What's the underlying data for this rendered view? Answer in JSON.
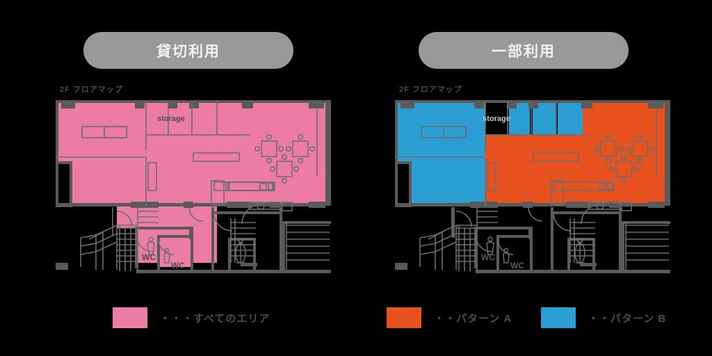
{
  "meta": {
    "background": "#000000",
    "wall_color": "#5a5a5a",
    "furniture_stroke": "#6e6e6e",
    "text_color": "#4d4d4d",
    "pill_bg": "#999999",
    "pill_text": "#f2f2f2"
  },
  "panels": [
    {
      "id": "exclusive",
      "title": "貸切利用",
      "floor_label": "2F フロアマップ",
      "storage_label": "storage",
      "wc_labels": [
        "WC",
        "WC"
      ],
      "area_colors": {
        "all": "#EC7CA5",
        "storage_fill": "#EC7CA5",
        "storage_text": "#4d4d4d",
        "wc_fill": "#EC7CA5",
        "wc_text": "#4d4d4d"
      },
      "legend": [
        {
          "label": "・・・すべてのエリア",
          "color": "#EC7CA5",
          "name": "all-areas"
        }
      ]
    },
    {
      "id": "partial",
      "title": "一部利用",
      "floor_label": "2F フロアマップ",
      "storage_label": "storage",
      "wc_labels": [
        "WC",
        "WC"
      ],
      "area_colors": {
        "pattern_a": "#E8521F",
        "pattern_b": "#2B9FD4",
        "storage_fill": "#000000",
        "storage_text": "#c8c8c8",
        "wc_fill": "#000000",
        "wc_text": "#5a5a5a"
      },
      "legend": [
        {
          "label": "・・パターン A",
          "color": "#E8521F",
          "name": "pattern-a"
        },
        {
          "label": "・・パターン B",
          "color": "#2B9FD4",
          "name": "pattern-b"
        }
      ]
    }
  ]
}
